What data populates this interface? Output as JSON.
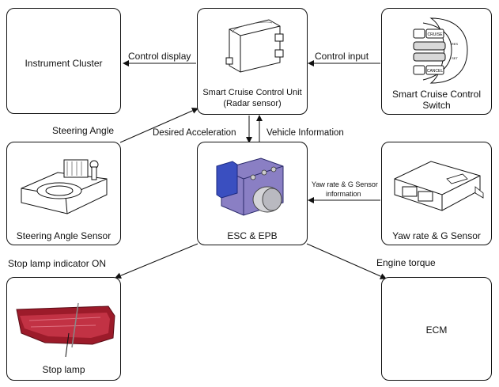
{
  "boxes": {
    "instrument_cluster": "Instrument Cluster",
    "scc_unit_line1": "Smart Cruise Control Unit",
    "scc_unit_line2": "(Radar sensor)",
    "scc_switch_line1": "Smart Cruise Control",
    "scc_switch_line2": "Switch",
    "steering_angle_sensor": "Steering Angle Sensor",
    "esc_epb": "ESC & EPB",
    "yaw_rate_sensor": "Yaw rate & G Sensor",
    "stop_lamp_box_label": "Stop lamp",
    "ecm": "ECM"
  },
  "arrows": {
    "control_display": "Control display",
    "control_input": "Control input",
    "steering_angle": "Steering Angle",
    "desired_acceleration": "Desired Acceleration",
    "vehicle_information": "Vehicle Information",
    "yaw_info_line1": "Yaw rate & G Sensor",
    "yaw_info_line2": "information",
    "stop_lamp_indicator": "Stop lamp indicator ON",
    "engine_torque": "Engine torque"
  },
  "switch_buttons": {
    "cruise": "CRUISE",
    "cancel": "CANCEL",
    "res": "RES",
    "set": "SET"
  },
  "colors": {
    "stroke": "#111111",
    "lamp_red": "#9c1b2a",
    "esc_blue": "#3a4fc0",
    "esc_purple": "#8a7fc4"
  }
}
